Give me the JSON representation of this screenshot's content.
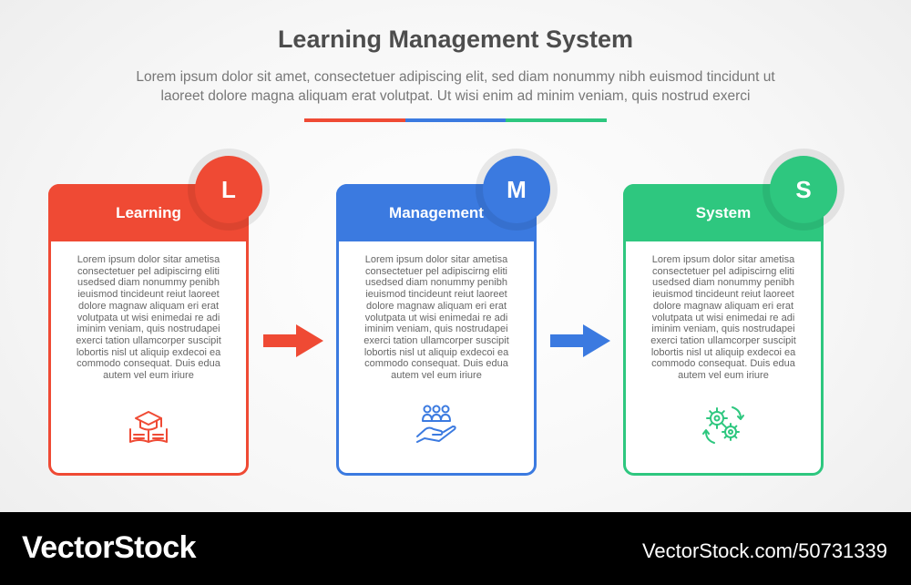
{
  "header": {
    "title": "Learning Management System",
    "subtitle_line1": "Lorem ipsum dolor sit amet, consectetuer adipiscing elit, sed diam nonummy nibh euismod tincidunt ut",
    "subtitle_line2": "laoreet dolore magna aliquam erat volutpat. Ut wisi enim ad minim veniam, quis nostrud exerci"
  },
  "colors": {
    "red": "#ef4a34",
    "blue": "#3b7ae0",
    "green": "#2ec77f"
  },
  "cards": [
    {
      "letter": "L",
      "label": "Learning",
      "body": "Lorem ipsum dolor sitar ametisa consectetuer pel adipiscirng eliti usedsed diam nonummy penibh ieuismod tincideunt reiut laoreet dolore magnaw aliquam eri erat volutpata ut wisi enimedai re adi iminim veniam, quis nostrudapei exerci tation ullamcorper suscipit lobortis nisl ut aliquip exdecoi ea commodo consequat. Duis edua autem vel eum iriure",
      "icon": "graduation-book-icon"
    },
    {
      "letter": "M",
      "label": "Management",
      "body": "Lorem ipsum dolor sitar ametisa consectetuer pel adipiscirng eliti usedsed diam nonummy penibh ieuismod tincideunt reiut laoreet dolore magnaw aliquam eri erat volutpata ut wisi enimedai re adi iminim veniam, quis nostrudapei exerci tation ullamcorper suscipit lobortis nisl ut aliquip exdecoi ea commodo consequat. Duis edua autem vel eum iriure",
      "icon": "hand-people-icon"
    },
    {
      "letter": "S",
      "label": "System",
      "body": "Lorem ipsum dolor sitar ametisa consectetuer pel adipiscirng eliti usedsed diam nonummy penibh ieuismod tincideunt reiut laoreet dolore magnaw aliquam eri erat volutpata ut wisi enimedai re adi iminim veniam, quis nostrudapei exerci tation ullamcorper suscipit lobortis nisl ut aliquip exdecoi ea commodo consequat. Duis edua autem vel eum iriure",
      "icon": "gears-cycle-icon"
    }
  ],
  "footer": {
    "brand": "VectorStock",
    "id": "VectorStock.com/50731339"
  }
}
